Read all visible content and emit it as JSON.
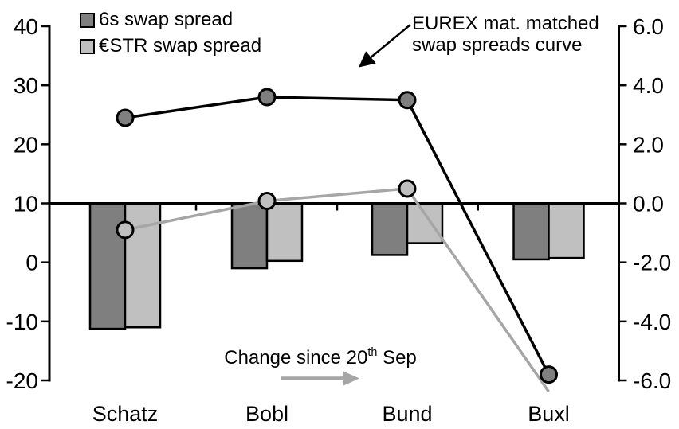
{
  "chart_data": {
    "type": "combo (bar + line, dual axis)",
    "title": "",
    "categories": [
      "Schatz",
      "Bobl",
      "Bund",
      "Buxl"
    ],
    "left_axis": {
      "ticks": [
        "40",
        "30",
        "20",
        "10",
        "0",
        "-10",
        "-20"
      ],
      "min": -20,
      "max": 40,
      "note": "swap spread level in bp; category axis line drawn at left value 10 (= right value 0.0)"
    },
    "right_axis": {
      "ticks": [
        "6.0",
        "4.0",
        "2.0",
        "0.0",
        "-2.0",
        "-4.0",
        "-6.0"
      ],
      "min": -6.0,
      "max": 6.0,
      "note": "change since 20th Sep; bars hang from 0.0"
    },
    "lines": [
      {
        "name": "6s swap spread",
        "axis": "left",
        "color": "#000000",
        "marker_fill": "#7F7F7F",
        "values": [
          24.5,
          28.0,
          27.5,
          -19.0
        ],
        "markers": [
          true,
          true,
          true,
          true
        ]
      },
      {
        "name": "€STR swap spread",
        "axis": "left",
        "color": "#A6A6A6",
        "marker_fill": "#C0C0C0",
        "values": [
          5.5,
          10.4,
          12.5,
          -21.9
        ],
        "markers": [
          true,
          true,
          true,
          false
        ]
      }
    ],
    "bars": [
      {
        "name": "6s swap spread change since 20th Sep",
        "axis": "right",
        "fill": "#7F7F7F",
        "values": [
          -4.25,
          -2.2,
          -1.75,
          -1.9
        ]
      },
      {
        "name": "€STR swap spread change since 20th Sep",
        "axis": "right",
        "fill": "#C0C0C0",
        "values": [
          -4.2,
          -1.95,
          -1.35,
          -1.85
        ]
      }
    ],
    "legend": [
      {
        "label": "6s swap spread",
        "fill": "#7F7F7F"
      },
      {
        "label": "€STR swap spread",
        "fill": "#C0C0C0"
      }
    ],
    "annotations": {
      "curve_label": "EUREX mat. matched swap spreads curve",
      "change_label_prefix": "Change since 20",
      "change_label_sup": "th",
      "change_label_suffix": " Sep"
    },
    "colors": {
      "dark_gray": "#7F7F7F",
      "light_gray": "#C0C0C0",
      "line_gray": "#A6A6A6",
      "black": "#000000",
      "background": "#FFFFFF"
    },
    "layout_hints": {
      "legend_position": "top-left",
      "grid": "off",
      "plot_border": "none (left & right axes only)"
    }
  }
}
